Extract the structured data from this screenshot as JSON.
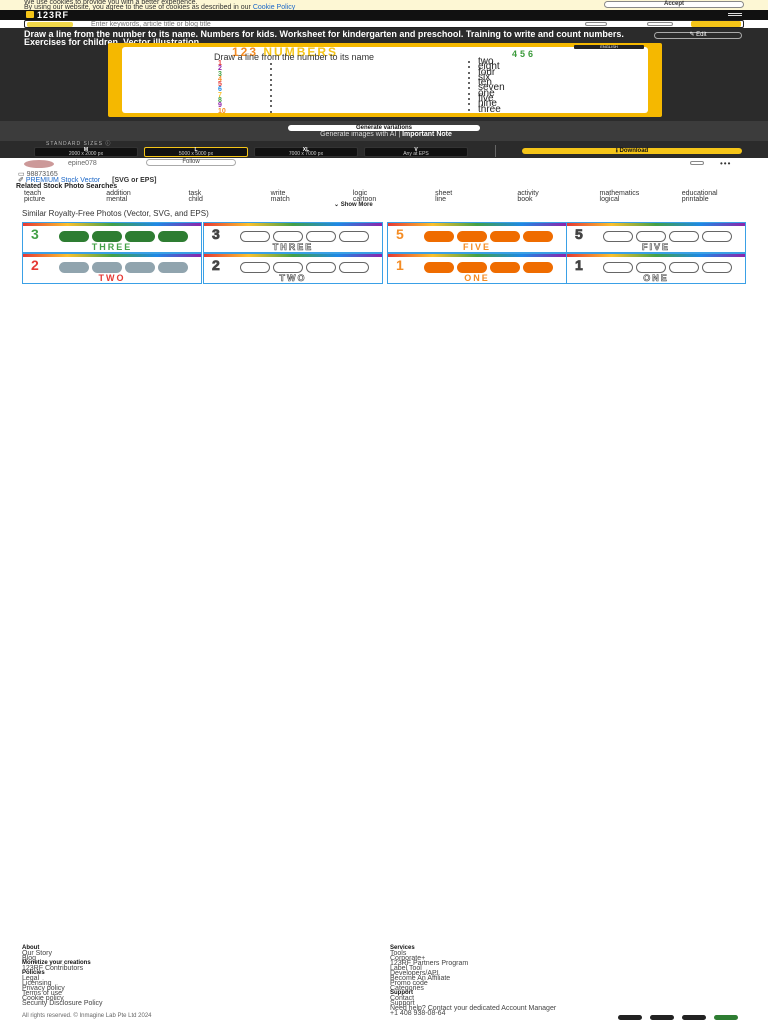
{
  "cookie": {
    "text_line1": "We use cookies to provide you with a better experience.",
    "text_line2": "By using our website, you agree to the use of cookies as described in our",
    "link": "Cookie Policy",
    "accept": "Accept"
  },
  "header": {
    "logo": "123RF"
  },
  "search": {
    "placeholder": "Enter keywords, article title or blog title"
  },
  "image": {
    "title": "Draw a line from the number to its name. Numbers for kids. Worksheet for kindergarten and preschool. Training to write and count numbers. Exercises for children. Vector illustration",
    "edit": "Edit"
  },
  "worksheet": {
    "title_num": "123",
    "title_word": "NUMBERS",
    "digits": "456",
    "badge": "ENGLISH",
    "instruction": "Draw a line from the number to its name",
    "numbers": [
      {
        "n": "1",
        "color": "#e53935"
      },
      {
        "n": "2",
        "color": "#8e24aa"
      },
      {
        "n": "3",
        "color": "#43a047"
      },
      {
        "n": "4",
        "color": "#f48c24"
      },
      {
        "n": "5",
        "color": "#e53935"
      },
      {
        "n": "6",
        "color": "#1e88e5"
      },
      {
        "n": "7",
        "color": "#fbc02d"
      },
      {
        "n": "8",
        "color": "#43a047"
      },
      {
        "n": "9",
        "color": "#8e24aa"
      },
      {
        "n": "10",
        "color": "#f48c24"
      }
    ],
    "names": [
      "two",
      "eight",
      "four",
      "six",
      "ten",
      "seven",
      "one",
      "five",
      "nine",
      "three"
    ]
  },
  "actions": {
    "generate": "Generate variations",
    "generate_note": "Generate images with AI",
    "important_note": "Important Note",
    "sizes_label": "STANDARD SIZES",
    "sizes": [
      {
        "code": "M",
        "dim": "2000 x 2000 px"
      },
      {
        "code": "L",
        "dim": "5000 x 5000 px"
      },
      {
        "code": "XL",
        "dim": "7000 x 7000 px"
      },
      {
        "code": "V",
        "dim": "Any at EPS"
      }
    ],
    "download": "Download"
  },
  "contributor": {
    "name": "epine078",
    "follow": "Follow"
  },
  "meta": {
    "id": "98873165",
    "premium": "PREMIUM Stock Vector",
    "format": "[SVG or EPS]"
  },
  "related": {
    "title": "Related Stock Photo Searches",
    "row1": [
      "teach",
      "addition",
      "task",
      "write",
      "logic",
      "sheet",
      "activity",
      "mathematics",
      "educational"
    ],
    "row2": [
      "picture",
      "mental",
      "child",
      "match",
      "cartoon",
      "line",
      "book",
      "logical",
      "printable"
    ],
    "show_more": "Show More"
  },
  "similar": {
    "title": "Similar Royalty-Free Photos (Vector, SVG, and EPS)",
    "thumbs": [
      {
        "big": "3",
        "word": "THREE",
        "color": "#43a047",
        "pic": "#2e7d32",
        "outline": false
      },
      {
        "big": "3",
        "word": "THREE",
        "color": "#444",
        "pic": "#666",
        "outline": true
      },
      {
        "big": "5",
        "word": "FIVE",
        "color": "#f48c24",
        "pic": "#ef6c00",
        "outline": false
      },
      {
        "big": "5",
        "word": "FIVE",
        "color": "#444",
        "pic": "#666",
        "outline": true
      },
      {
        "big": "2",
        "word": "TWO",
        "color": "#e53935",
        "pic": "#90a4ae",
        "outline": false
      },
      {
        "big": "2",
        "word": "TWO",
        "color": "#444",
        "pic": "#666",
        "outline": true
      },
      {
        "big": "1",
        "word": "ONE",
        "color": "#f48c24",
        "pic": "#ef6c00",
        "outline": false
      },
      {
        "big": "1",
        "word": "ONE",
        "color": "#444",
        "pic": "#666",
        "outline": true
      }
    ]
  },
  "footer": {
    "left": [
      {
        "head": "About",
        "links": [
          "Our Story",
          "Blog"
        ]
      },
      {
        "head": "Monetize your creations",
        "links": [
          "123RF Contributors"
        ]
      },
      {
        "head": "Policies",
        "links": [
          "Legal",
          "Licensing",
          "Privacy policy",
          "Terms of use",
          "Cookie policy",
          "Security Disclosure Policy"
        ]
      }
    ],
    "right": [
      {
        "head": "Services",
        "links": [
          "Tools",
          "Corporate+",
          "123RF Partners Program",
          "Label Tool",
          "Developers/API",
          "Become An Affiliate",
          "Promo code",
          "Categories"
        ]
      },
      {
        "head": "Support",
        "links": [
          "Contact",
          "Support",
          "Need help? Contact your dedicated Account Manager",
          "+1 408 938-08-64"
        ]
      }
    ],
    "copyright": "All rights reserved. © Inmagine Lab Pte Ltd 2024"
  }
}
